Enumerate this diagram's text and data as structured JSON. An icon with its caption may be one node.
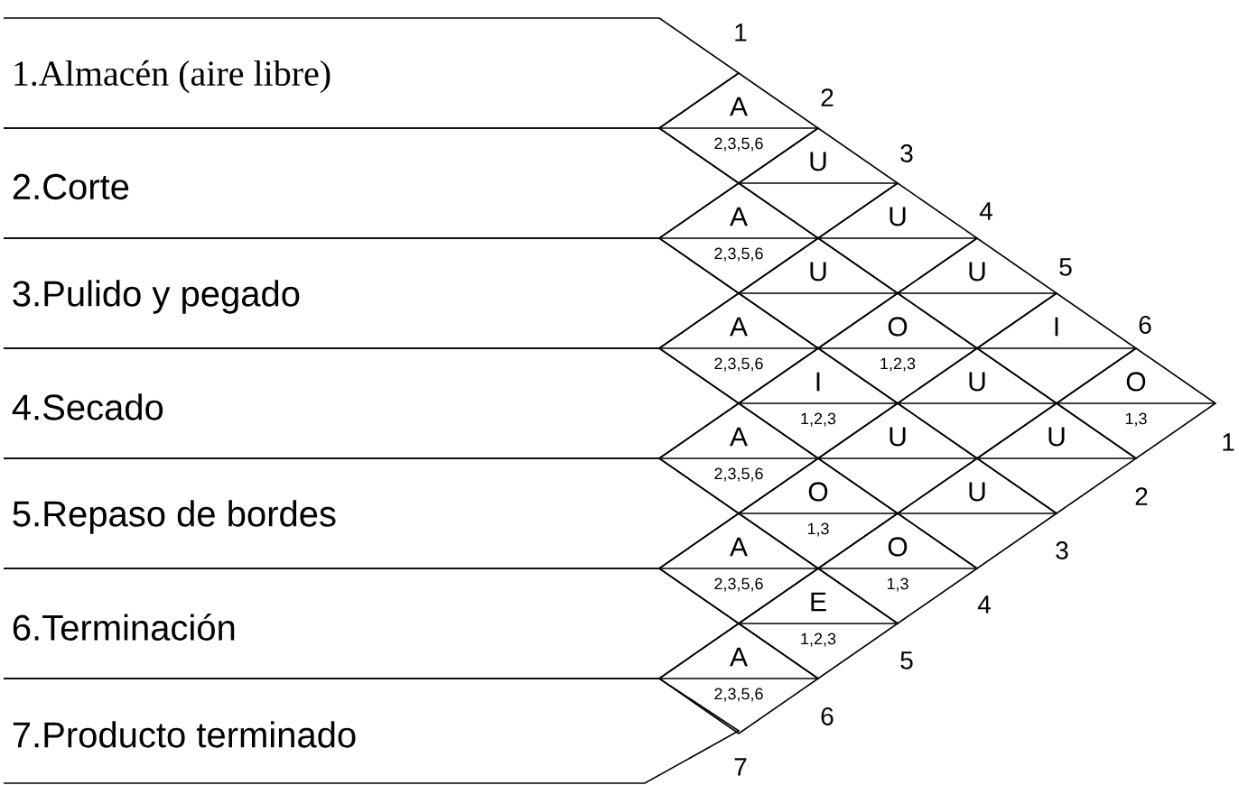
{
  "diagram": {
    "nodes": [
      {
        "text": [
          "1.Almacén (aire libre)"
        ]
      },
      {
        "text": [
          "2.Corte"
        ]
      },
      {
        "text": [
          "3.Pulido y pegado"
        ]
      },
      {
        "text": [
          "4.Secado"
        ]
      },
      {
        "text": [
          "5.Repaso de bordes"
        ]
      },
      {
        "text": [
          "6.Terminación"
        ]
      },
      {
        "text": [
          "7.Producto terminado"
        ]
      },
      {
        "text": [
          "A",
          "2,3,5,6"
        ]
      },
      {
        "text": [
          "U"
        ]
      },
      {
        "text": [
          "U"
        ]
      },
      {
        "text": [
          "U"
        ]
      },
      {
        "text": [
          "I"
        ]
      },
      {
        "text": [
          "O",
          "1,3"
        ]
      },
      {
        "text": [
          "A",
          "2,3,5,6"
        ]
      },
      {
        "text": [
          "U"
        ]
      },
      {
        "text": [
          "O",
          "1,2,3"
        ]
      },
      {
        "text": [
          "U"
        ]
      },
      {
        "text": [
          "U"
        ]
      },
      {
        "text": [
          "A",
          "2,3,5,6"
        ]
      },
      {
        "text": [
          "I",
          "1,2,3"
        ]
      },
      {
        "text": [
          "U"
        ]
      },
      {
        "text": [
          "U"
        ]
      },
      {
        "text": [
          "A",
          "2,3,5,6"
        ]
      },
      {
        "text": [
          "O",
          "1,3"
        ]
      },
      {
        "text": [
          "O",
          "1,3"
        ]
      },
      {
        "text": [
          "A",
          "2,3,5,6"
        ]
      },
      {
        "text": [
          "E",
          "1,2,3"
        ]
      },
      {
        "text": [
          "A",
          "2,3,5,6"
        ]
      }
    ],
    "labels": [
      "1",
      "2",
      "3",
      "4",
      "5",
      "6",
      "1",
      "2",
      "3",
      "4",
      "5",
      "6",
      "7"
    ]
  }
}
